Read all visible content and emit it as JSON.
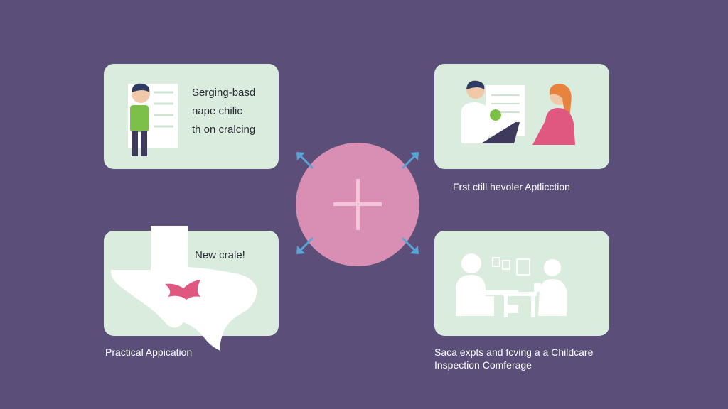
{
  "cards": {
    "top_left": {
      "lines": [
        "Serging-basd",
        "nape chilic",
        "th on cralcing"
      ]
    },
    "bottom_left": {
      "label": "New crale!"
    }
  },
  "captions": {
    "top_right": "Frst ctill hevoler Aptlicction",
    "bottom_left": "Practical Appication",
    "bottom_right_line1": "Saca expts and fcving a a Childcare",
    "bottom_right_line2": "Inspection Comferage"
  },
  "colors": {
    "background": "#5b4e78",
    "card": "#d9ecdd",
    "hub": "#d98fb3",
    "arrow": "#5aa3d6",
    "highlight": "#e0587f"
  },
  "icons": [
    "plus-icon",
    "arrow-up-left-icon",
    "arrow-up-right-icon",
    "arrow-down-left-icon",
    "arrow-down-right-icon"
  ]
}
